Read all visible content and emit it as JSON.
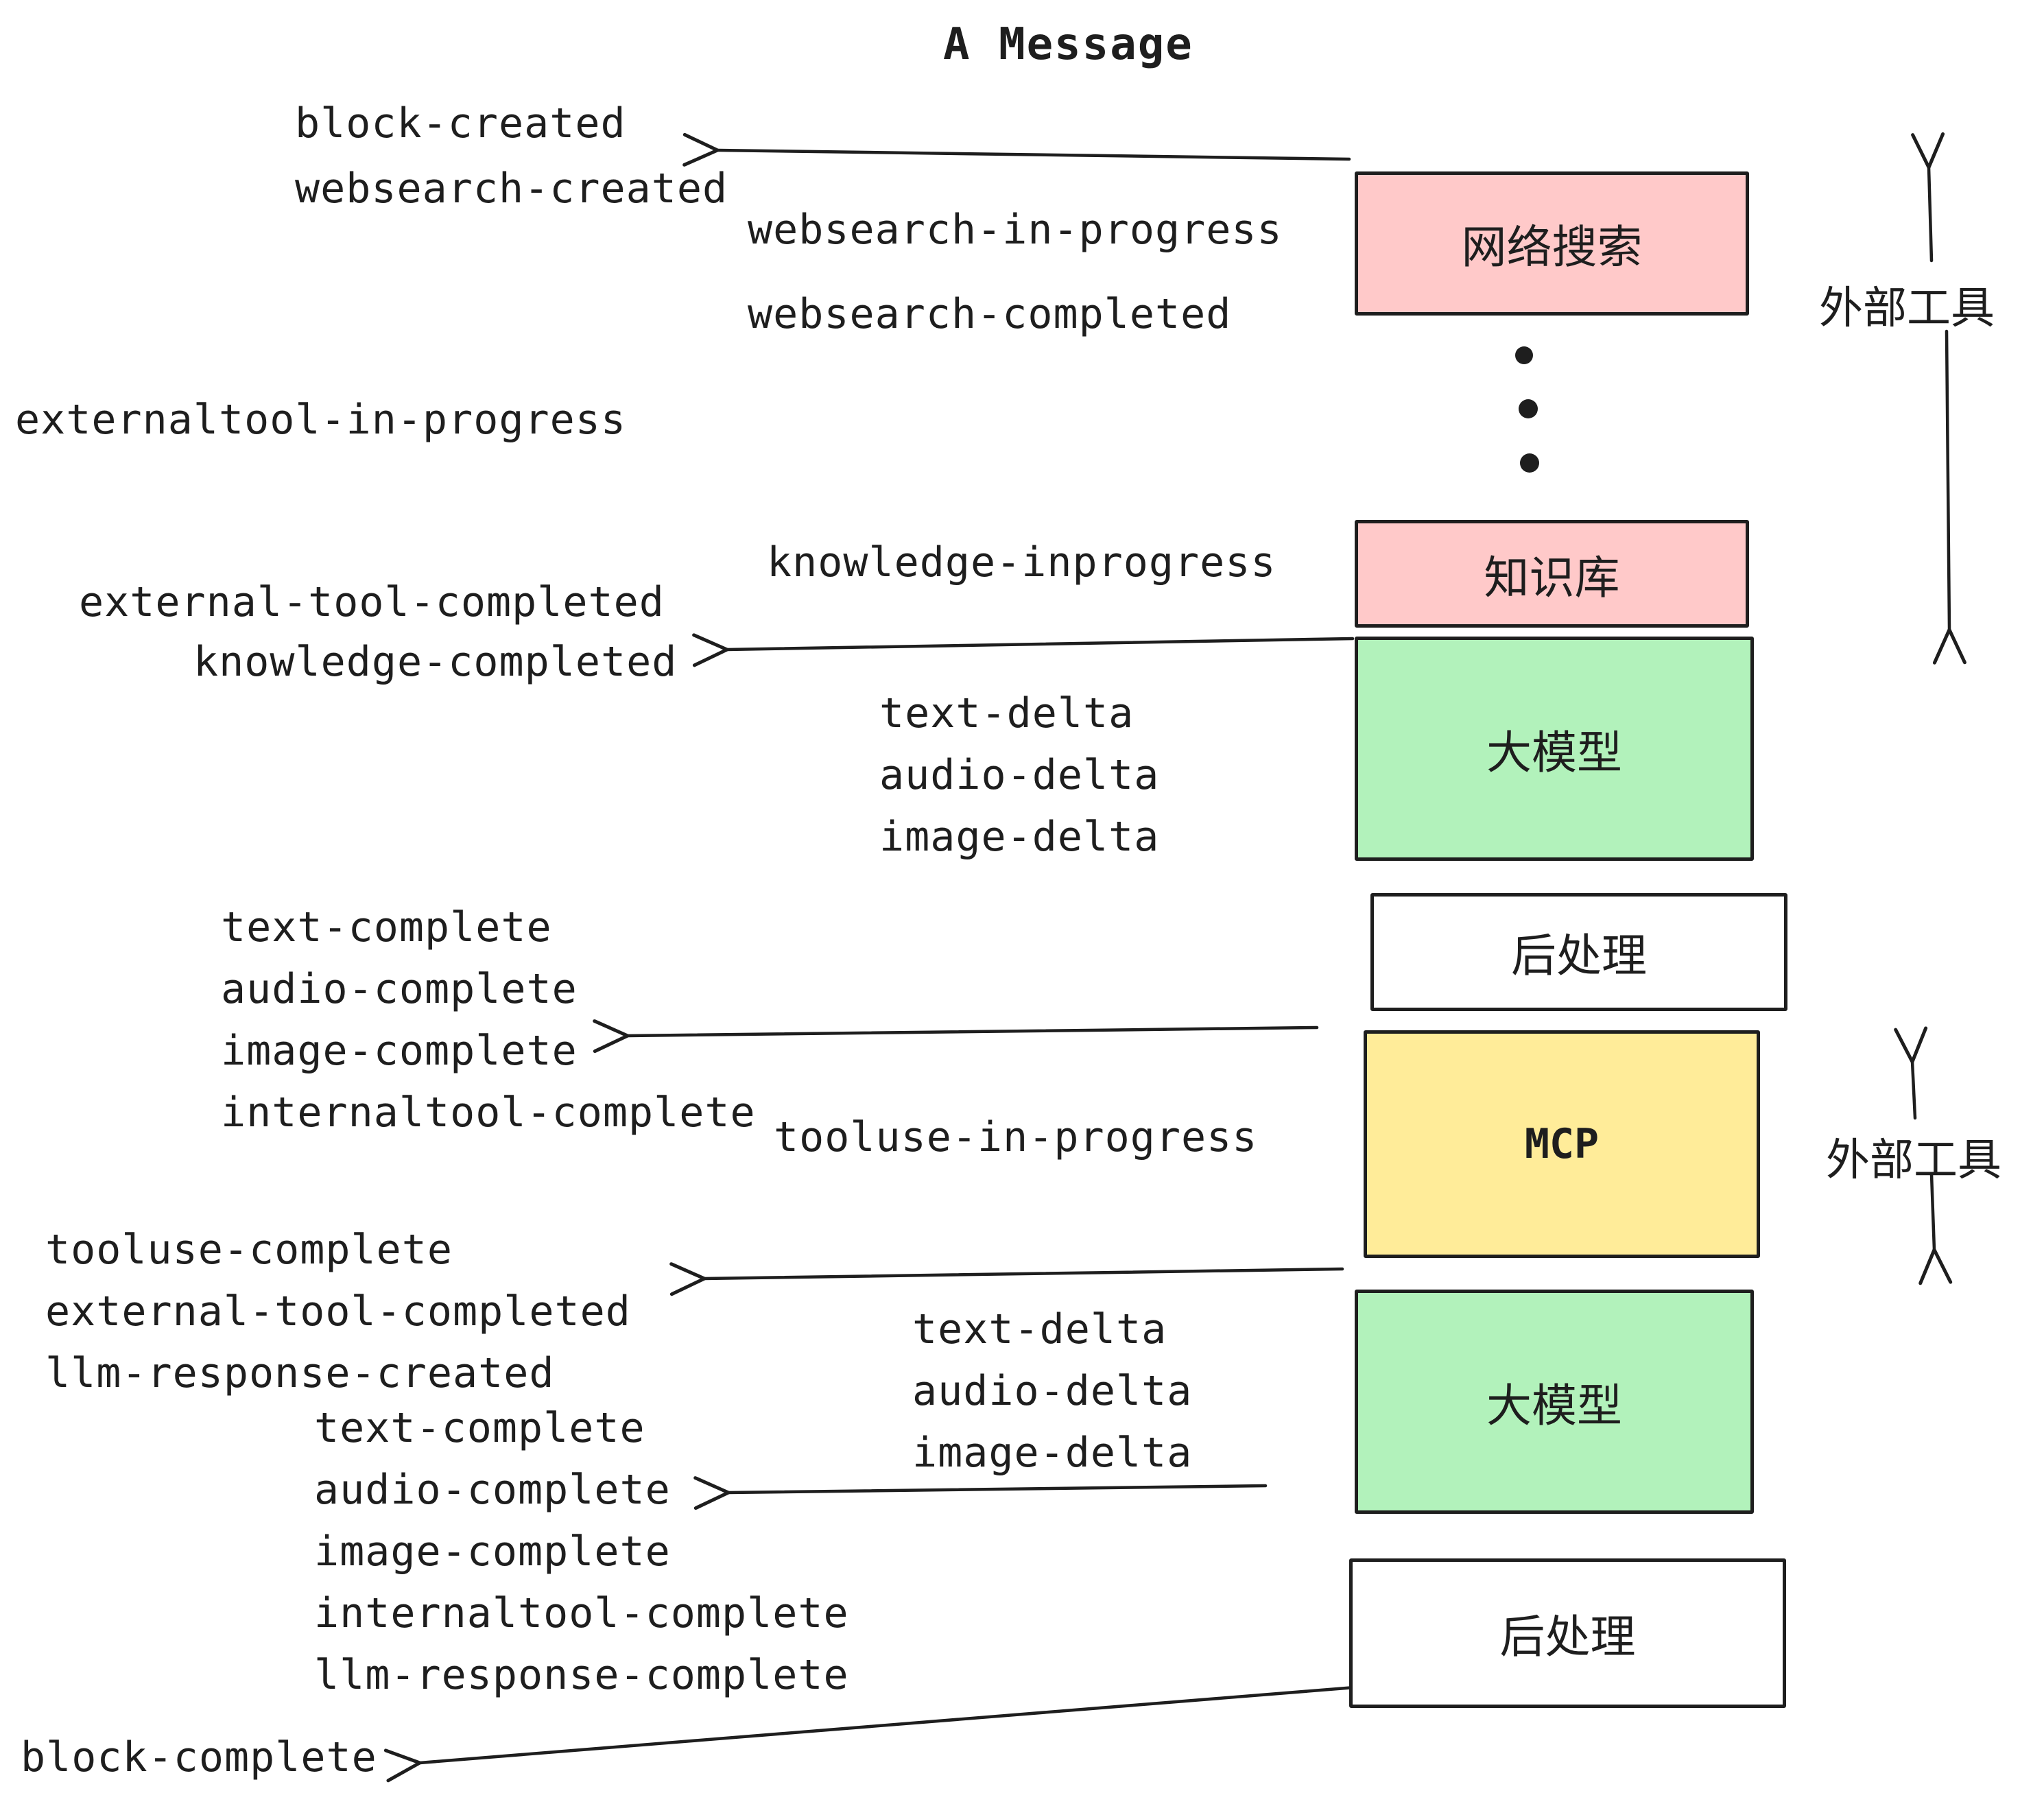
{
  "title": "A Message",
  "colors": {
    "ink": "#1e1e1e",
    "pink": "#ffc9c9",
    "green": "#b2f2bb",
    "yellow": "#ffec99",
    "white": "#ffffff"
  },
  "boxes": {
    "websearch": {
      "label": "网络搜索"
    },
    "knowledge": {
      "label": "知识库"
    },
    "llm1": {
      "label": "大模型"
    },
    "post1": {
      "label": "后处理"
    },
    "mcp": {
      "label": "MCP"
    },
    "llm2": {
      "label": "大模型"
    },
    "post2": {
      "label": "后处理"
    }
  },
  "events": {
    "block_created": "block-created",
    "websearch_created": "websearch-created",
    "websearch_in_progress": "websearch-in-progress",
    "websearch_completed": "websearch-completed",
    "externaltool_in_progress": "externaltool-in-progress",
    "knowledge_inprogress": "knowledge-inprogress",
    "external_tool_completed_1": "external-tool-completed",
    "knowledge_completed": "knowledge-completed",
    "text_delta_1": "text-delta",
    "audio_delta_1": "audio-delta",
    "image_delta_1": "image-delta",
    "text_complete_1": "text-complete",
    "audio_complete_1": "audio-complete",
    "image_complete_1": "image-complete",
    "internaltool_complete_1": "internaltool-complete",
    "tooluse_in_progress": "tooluse-in-progress",
    "tooluse_complete": "tooluse-complete",
    "external_tool_completed_2": "external-tool-completed",
    "llm_response_created": "llm-response-created",
    "text_complete_2": "text-complete",
    "audio_complete_2": "audio-complete",
    "image_complete_2": "image-complete",
    "internaltool_complete_2": "internaltool-complete",
    "llm_response_complete": "llm-response-complete",
    "block_complete": "block-complete"
  },
  "annotations": {
    "external_tools": "外部工具"
  }
}
